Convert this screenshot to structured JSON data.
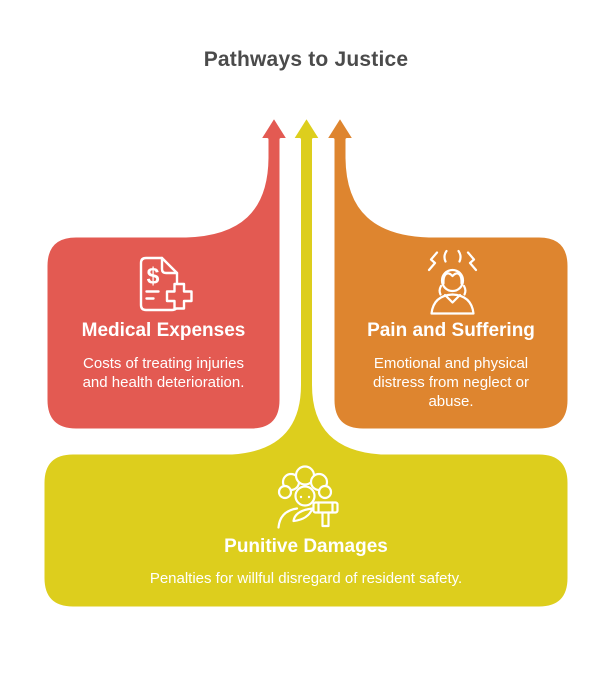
{
  "title": "Pathways to Justice",
  "colors": {
    "red": "#E35A52",
    "orange": "#DE852F",
    "yellow": "#DDCE1D",
    "title_text": "#4B4B4B",
    "card_text": "#FFFFFF",
    "outline": "#FFFFFF",
    "background": "#FFFFFF"
  },
  "cards": [
    {
      "title": "Medical Expenses",
      "description": "Costs of treating injuries and health deterioration.",
      "color": "#E35A52",
      "icon": "medical-invoice-cross-icon",
      "icon_dollar_glyph": "$"
    },
    {
      "title": "Pain and Suffering",
      "description": "Emotional and physical distress from neglect or abuse.",
      "color": "#DE852F",
      "icon": "stressed-person-icon"
    },
    {
      "title": "Punitive Damages",
      "description": "Penalties for willful disregard of resident safety.",
      "color": "#DDCE1D",
      "icon": "judge-with-gavel-icon"
    }
  ]
}
